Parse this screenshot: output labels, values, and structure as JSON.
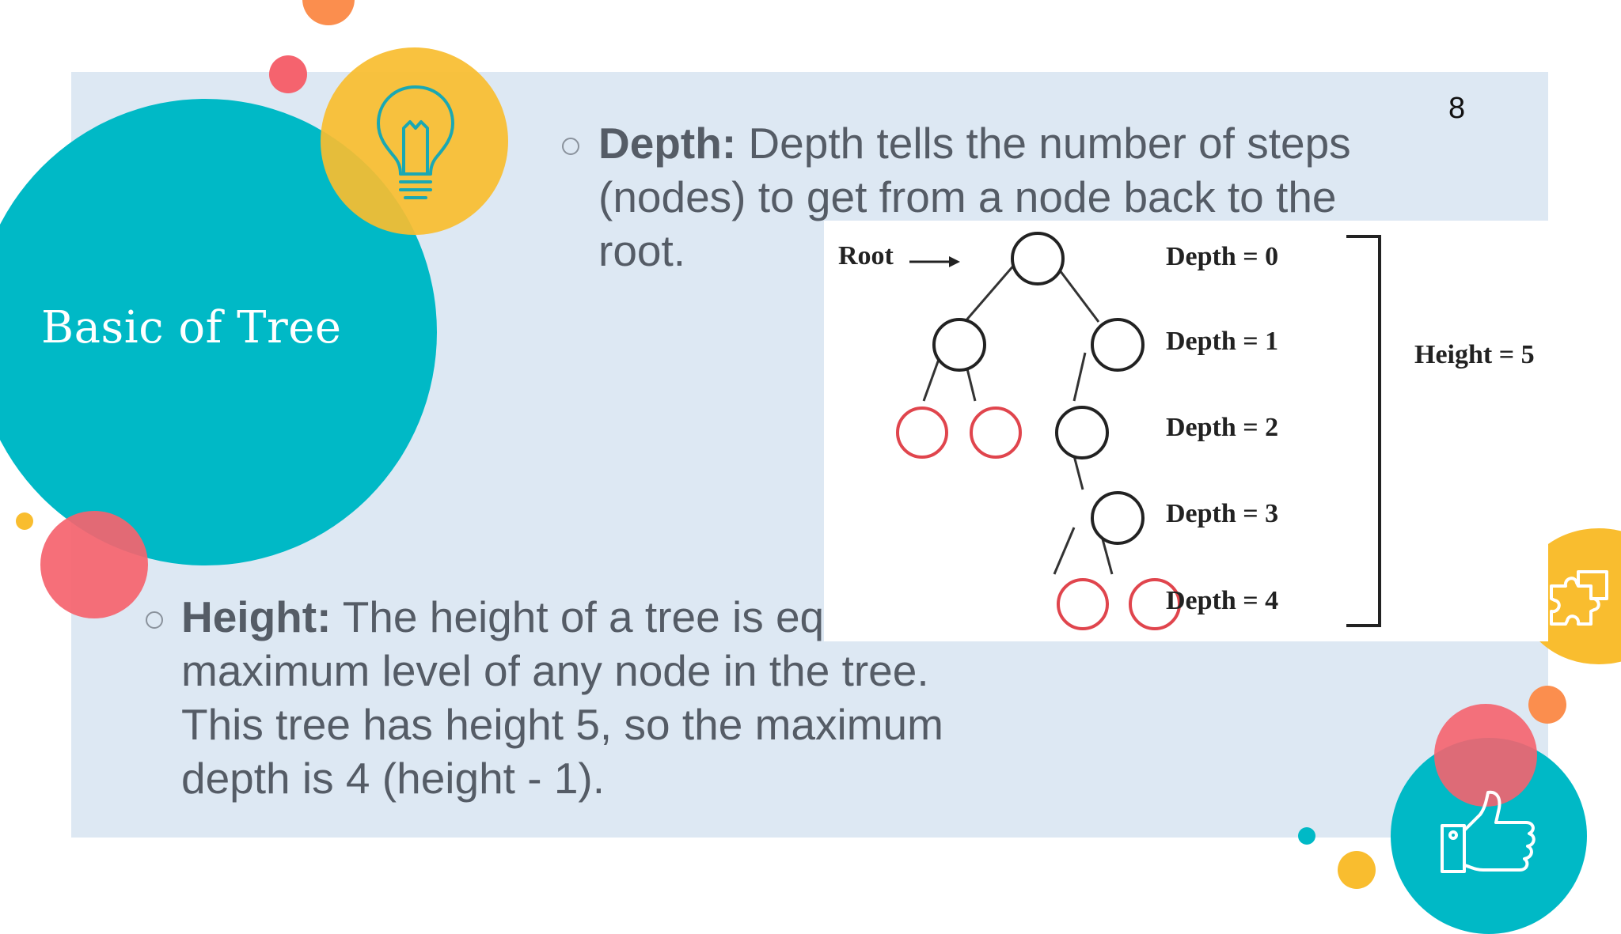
{
  "slide": {
    "title": "Basic of Tree",
    "page_number": "8",
    "bullets": [
      {
        "term": "Depth:",
        "text": " Depth tells the number of steps (nodes) to get from a node back to the root."
      },
      {
        "term": "Height:",
        "text": " The height of a tree is equal to the maximum level of any node in the tree. This tree has height 5, so the maximum depth is 4 (height - 1)."
      }
    ]
  },
  "figure": {
    "root_label": "Root",
    "depth_labels": [
      "Depth = 0",
      "Depth = 1",
      "Depth = 2",
      "Depth = 3",
      "Depth = 4"
    ],
    "height_label": "Height = 5"
  },
  "colors": {
    "teal": "#00b9c6",
    "yellow": "#f9bd2f",
    "coral": "#f5636e",
    "orange": "#fb8e4e",
    "panel": "#dde8f3",
    "leaf_node": "#e0454d"
  },
  "icons": [
    "lightbulb-icon",
    "puzzle-icon",
    "thumbs-up-icon"
  ]
}
